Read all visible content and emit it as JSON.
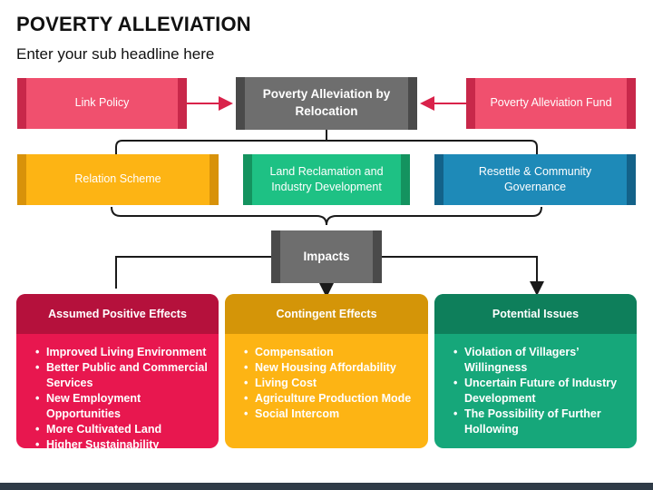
{
  "title": "POVERTY ALLEVIATION",
  "subtitle": "Enter your sub headline here",
  "top_row": {
    "left": "Link Policy",
    "center": "Poverty Alleviation by Relocation",
    "right": "Poverty Alleviation Fund"
  },
  "middle_row": [
    "Relation Scheme",
    "Land Reclamation and Industry Development",
    "Resettle & Community Governance"
  ],
  "impacts": "Impacts",
  "cards": [
    {
      "heading": "Assumed Positive Effects",
      "items": [
        "Improved Living Environment",
        "Better Public and Commercial Services",
        "New Employment Opportunities",
        "More Cultivated Land",
        "Higher Sustainability"
      ]
    },
    {
      "heading": "Contingent Effects",
      "items": [
        "Compensation",
        "New Housing Affordability",
        "Living Cost",
        "Agriculture Production Mode",
        "Social Intercom"
      ]
    },
    {
      "heading": "Potential Issues",
      "items": [
        "Violation of Villagers’ Willingness",
        "Uncertain Future of Industry Development",
        "The Possibility of Further Hollowing"
      ]
    }
  ],
  "colors": {
    "pink": "#f0506e",
    "pink_edge": "#c8284a",
    "gray": "#6e6e6e",
    "gray_edge": "#4a4a4a",
    "yellow": "#fdb414",
    "yellow_edge": "#d8920a",
    "green": "#1ec184",
    "green_edge": "#14935f",
    "blue": "#1e8ab8",
    "blue_edge": "#136289",
    "red_card": "#e8174f",
    "red_card_head": "#b5113c",
    "yellow_card_head": "#d49508",
    "green_card": "#16a77a",
    "green_card_head": "#0e7f5b",
    "arrow_pink": "#d9224a",
    "line": "#1a1a1a"
  }
}
